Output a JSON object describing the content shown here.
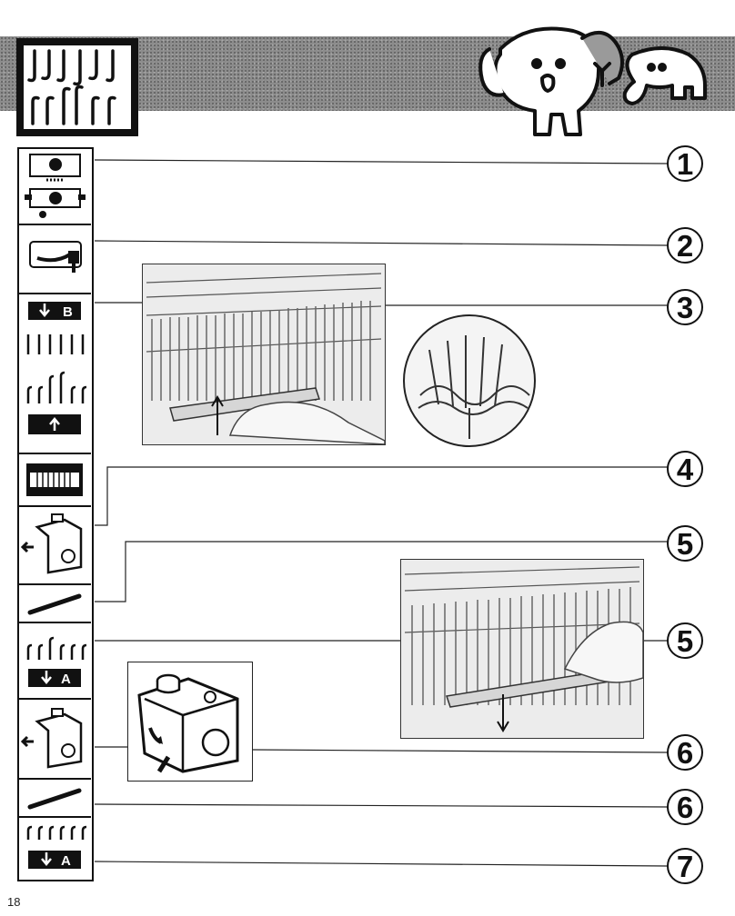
{
  "page": {
    "number": "18"
  },
  "header": {
    "icon_name": "needles-hook-icon",
    "mascot_name": "elephants-mascot"
  },
  "sidebar": {
    "icons": [
      "cam-lever-position-icon",
      "lever-handle-icon",
      "needle-pusher-b-icon",
      "needles-up-icon",
      "needles-selected-icon",
      "needle-pusher-up-icon",
      "comb-icon",
      "carriage-left-icon",
      "weight-cord-icon",
      "needles-selected-a-icon",
      "needle-pusher-a-icon",
      "carriage-left-icon",
      "weight-cord-icon",
      "needles-down-icon",
      "needle-pusher-a-icon"
    ],
    "badges": [
      "B",
      "A",
      "A"
    ]
  },
  "steps": [
    "1",
    "2",
    "3",
    "4",
    "5",
    "5",
    "6",
    "6",
    "7"
  ],
  "figures": {
    "photo1": "needle-bed-photo",
    "detail": "stitch-detail-circle",
    "photo2": "needle-bed-photo-2",
    "carriage": "carriage-lever-drawing"
  }
}
